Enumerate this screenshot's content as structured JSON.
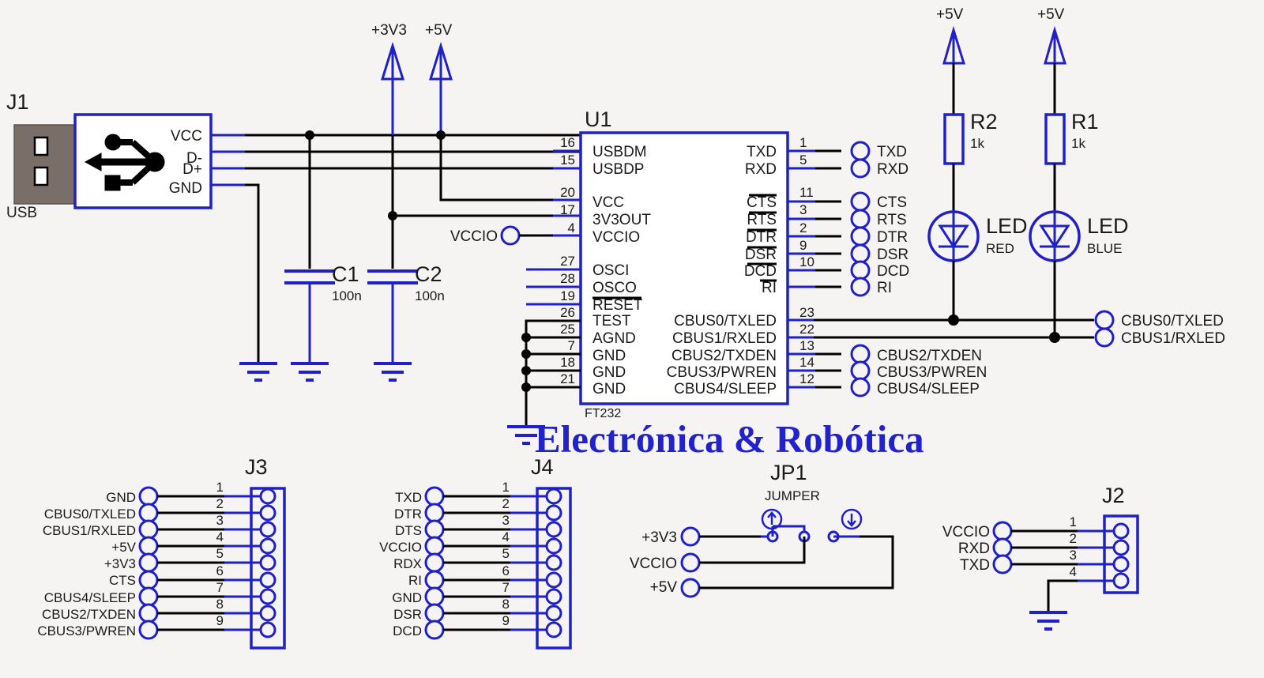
{
  "meta": {
    "title": "FT232 USB to Serial Schematic",
    "watermark": "Electrónica & Robótica",
    "colors": {
      "schematic_blue": "#2020c8",
      "wire_black": "#000000",
      "background": "#f5f4f2",
      "usb_shell": "#7a6e68",
      "watermark_blue": "#2222cc"
    }
  },
  "usb_connector": {
    "refdes": "J1",
    "caption": "USB",
    "icon": "usb-trident-icon",
    "pins": [
      "VCC",
      "D-",
      "D+",
      "GND"
    ]
  },
  "power_rails": {
    "top_left": [
      {
        "name": "+3V3",
        "symbol": "power-arrow-up"
      },
      {
        "name": "+5V",
        "symbol": "power-arrow-up"
      }
    ],
    "top_right": [
      {
        "name": "+5V",
        "symbol": "power-arrow-up"
      },
      {
        "name": "+5V",
        "symbol": "power-arrow-up"
      }
    ]
  },
  "capacitors": [
    {
      "refdes": "C1",
      "value": "100n"
    },
    {
      "refdes": "C2",
      "value": "100n"
    }
  ],
  "resistors": [
    {
      "refdes": "R2",
      "value": "1k"
    },
    {
      "refdes": "R1",
      "value": "1k"
    }
  ],
  "leds": [
    {
      "label": "LED",
      "color_name": "RED"
    },
    {
      "label": "LED",
      "color_name": "BLUE"
    }
  ],
  "ic": {
    "refdes": "U1",
    "part": "FT232",
    "left_pins": [
      {
        "num": "16",
        "name": "USBDM",
        "overline": false
      },
      {
        "num": "15",
        "name": "USBDP",
        "overline": false
      },
      {
        "num": "20",
        "name": "VCC",
        "overline": false
      },
      {
        "num": "17",
        "name": "3V3OUT",
        "overline": false
      },
      {
        "num": "4",
        "name": "VCCIO",
        "overline": false
      },
      {
        "num": "27",
        "name": "OSCI",
        "overline": false
      },
      {
        "num": "28",
        "name": "OSCO",
        "overline": false
      },
      {
        "num": "19",
        "name": "RESET",
        "overline": true
      },
      {
        "num": "26",
        "name": "TEST",
        "overline": false
      },
      {
        "num": "25",
        "name": "AGND",
        "overline": false
      },
      {
        "num": "7",
        "name": "GND",
        "overline": false
      },
      {
        "num": "18",
        "name": "GND",
        "overline": false
      },
      {
        "num": "21",
        "name": "GND",
        "overline": false
      }
    ],
    "right_pins": [
      {
        "num": "1",
        "name": "TXD",
        "overline": false
      },
      {
        "num": "5",
        "name": "RXD",
        "overline": false
      },
      {
        "num": "11",
        "name": "CTS",
        "overline": true
      },
      {
        "num": "3",
        "name": "RTS",
        "overline": true
      },
      {
        "num": "2",
        "name": "DTR",
        "overline": true
      },
      {
        "num": "9",
        "name": "DSR",
        "overline": true
      },
      {
        "num": "10",
        "name": "DCD",
        "overline": true
      },
      {
        "num": "",
        "name": "RI",
        "overline": true
      },
      {
        "num": "23",
        "name": "CBUS0/TXLED",
        "overline": false
      },
      {
        "num": "22",
        "name": "CBUS1/RXLED",
        "overline": false
      },
      {
        "num": "13",
        "name": "CBUS2/TXDEN",
        "overline": false
      },
      {
        "num": "14",
        "name": "CBUS3/PWREN",
        "overline": false
      },
      {
        "num": "12",
        "name": "CBUS4/SLEEP",
        "overline": false
      }
    ]
  },
  "net_ports": {
    "left": [
      "VCCIO"
    ],
    "right": [
      "TXD",
      "RXD",
      "CTS",
      "RTS",
      "DTR",
      "DSR",
      "DCD",
      "RI",
      "CBUS0/TXLED",
      "CBUS1/RXLED",
      "CBUS2/TXDEN",
      "CBUS3/PWREN",
      "CBUS4/SLEEP"
    ]
  },
  "connectors": [
    {
      "refdes": "J3",
      "pin_count": 9,
      "signals": [
        "GND",
        "CBUS0/TXLED",
        "CBUS1/RXLED",
        "+5V",
        "+3V3",
        "CTS",
        "CBUS4/SLEEP",
        "CBUS2/TXDEN",
        "CBUS3/PWREN"
      ],
      "pin_numbers": [
        "1",
        "2",
        "3",
        "4",
        "5",
        "6",
        "7",
        "8",
        "9"
      ]
    },
    {
      "refdes": "J4",
      "pin_count": 9,
      "signals": [
        "TXD",
        "DTR",
        "DTS",
        "VCCIO",
        "RDX",
        "RI",
        "GND",
        "DSR",
        "DCD"
      ],
      "pin_numbers": [
        "1",
        "2",
        "3",
        "4",
        "5",
        "6",
        "7",
        "8",
        "9"
      ]
    },
    {
      "refdes": "J2",
      "pin_count": 4,
      "signals": [
        "VCCIO",
        "RXD",
        "TXD"
      ],
      "pin_numbers": [
        "1",
        "2",
        "3",
        "4"
      ],
      "grounded_pin": "4"
    }
  ],
  "jumper": {
    "refdes": "JP1",
    "caption": "JUMPER",
    "signals": [
      "+3V3",
      "VCCIO",
      "+5V"
    ],
    "markers": [
      "arrow-up-circle-icon",
      "arrow-down-circle-icon"
    ]
  }
}
